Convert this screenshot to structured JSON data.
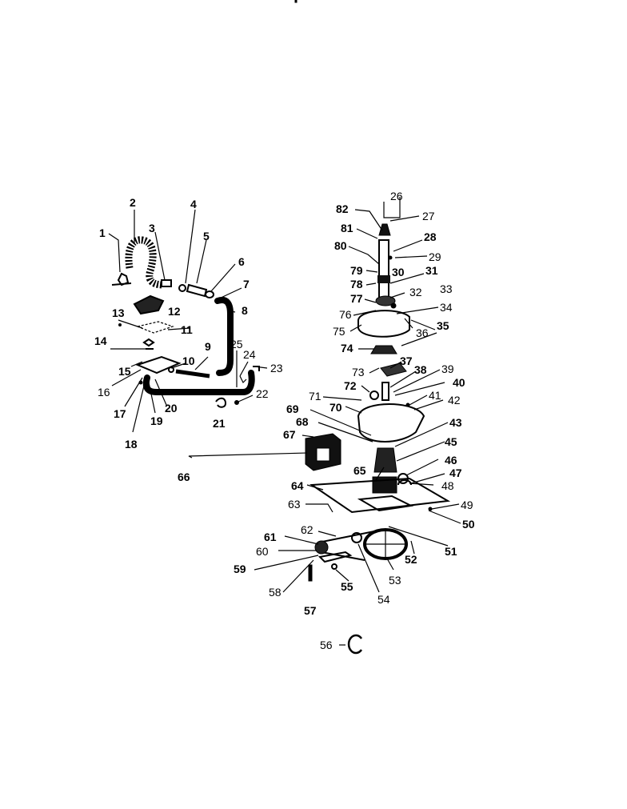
{
  "labels": {
    "p1": "1",
    "p2": "2",
    "p3": "3",
    "p4": "4",
    "p5": "5",
    "p6": "6",
    "p7": "7",
    "p8": "8",
    "p9": "9",
    "p10": "10",
    "p11": "11",
    "p12": "12",
    "p13": "13",
    "p14": "14",
    "p15": "15",
    "p16": "16",
    "p17": "17",
    "p18": "18",
    "p19": "19",
    "p20": "20",
    "p21": "21",
    "p22": "22",
    "p23": "23",
    "p24": "24",
    "p25": "25",
    "p26": "26",
    "p27": "27",
    "p28": "28",
    "p29": "29",
    "p30": "30",
    "p31": "31",
    "p32": "32",
    "p33": "33",
    "p34": "34",
    "p35": "35",
    "p36": "36",
    "p37": "37",
    "p38": "38",
    "p39": "39",
    "p40": "40",
    "p41": "41",
    "p42": "42",
    "p43": "43",
    "p45": "45",
    "p46": "46",
    "p47": "47",
    "p48": "48",
    "p49": "49",
    "p50": "50",
    "p51": "51",
    "p52": "52",
    "p53": "53",
    "p54": "54",
    "p55": "55",
    "p56": "56",
    "p57": "57",
    "p58": "58",
    "p59": "59",
    "p60": "60",
    "p61": "61",
    "p62": "62",
    "p63": "63",
    "p64": "64",
    "p65": "65",
    "p66": "66",
    "p67": "67",
    "p68": "68",
    "p69": "69",
    "p70": "70",
    "p71": "71",
    "p72": "72",
    "p73": "73",
    "p74": "74",
    "p75": "75",
    "p76": "76",
    "p77": "77",
    "p78": "78",
    "p79": "79",
    "p80": "80",
    "p81": "81",
    "p82": "82"
  }
}
